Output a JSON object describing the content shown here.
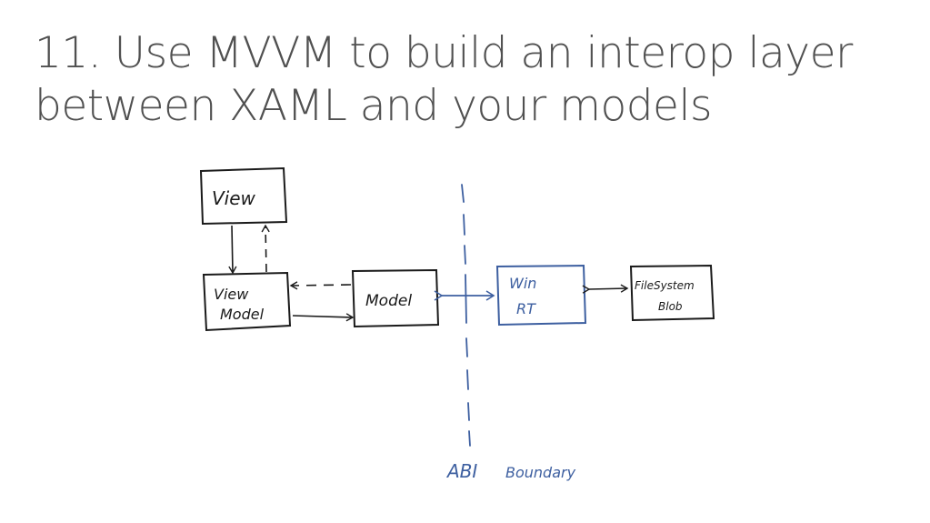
{
  "slide": {
    "title_line1": "11. Use MVVM to build an interop layer",
    "title_line2": "between XAML and your models"
  },
  "diagram": {
    "nodes": {
      "view": "View",
      "viewmodel_line1": "View",
      "viewmodel_line2": "Model",
      "model": "Model",
      "winrt_line1": "Win",
      "winrt_line2": "RT",
      "filesystem_line1": "FileSystem",
      "filesystem_line2": "Blob"
    },
    "boundary_label_1": "ABI",
    "boundary_label_2": "Boundary",
    "colors": {
      "ink": "#1a1a1a",
      "blue_ink": "#3d5fa0",
      "title": "#505050"
    }
  }
}
